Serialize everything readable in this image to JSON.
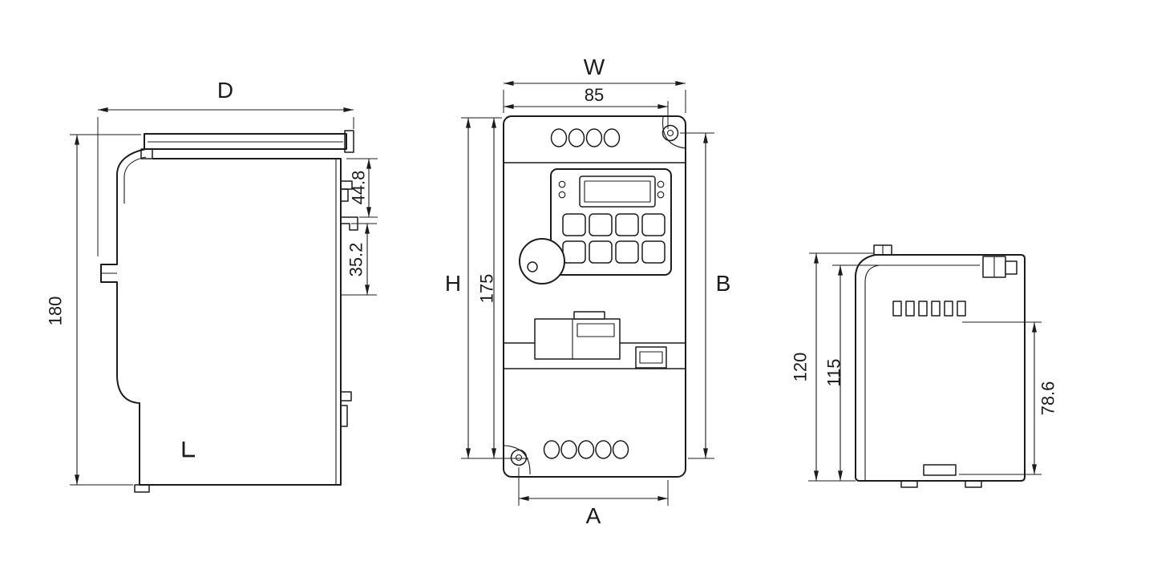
{
  "colors": {
    "line": "#1c1c1c",
    "background": "#ffffff"
  },
  "dims": {
    "side": {
      "depth": "D",
      "height": "180",
      "upper": "44.8",
      "lower": "35.2"
    },
    "front": {
      "width": "W",
      "mount_w": "85",
      "height": "H",
      "height_val": "175",
      "mount_h": "B",
      "mount_a": "A"
    },
    "rear": {
      "depth": "120",
      "depth_inner": "115",
      "vent": "78.6"
    }
  }
}
